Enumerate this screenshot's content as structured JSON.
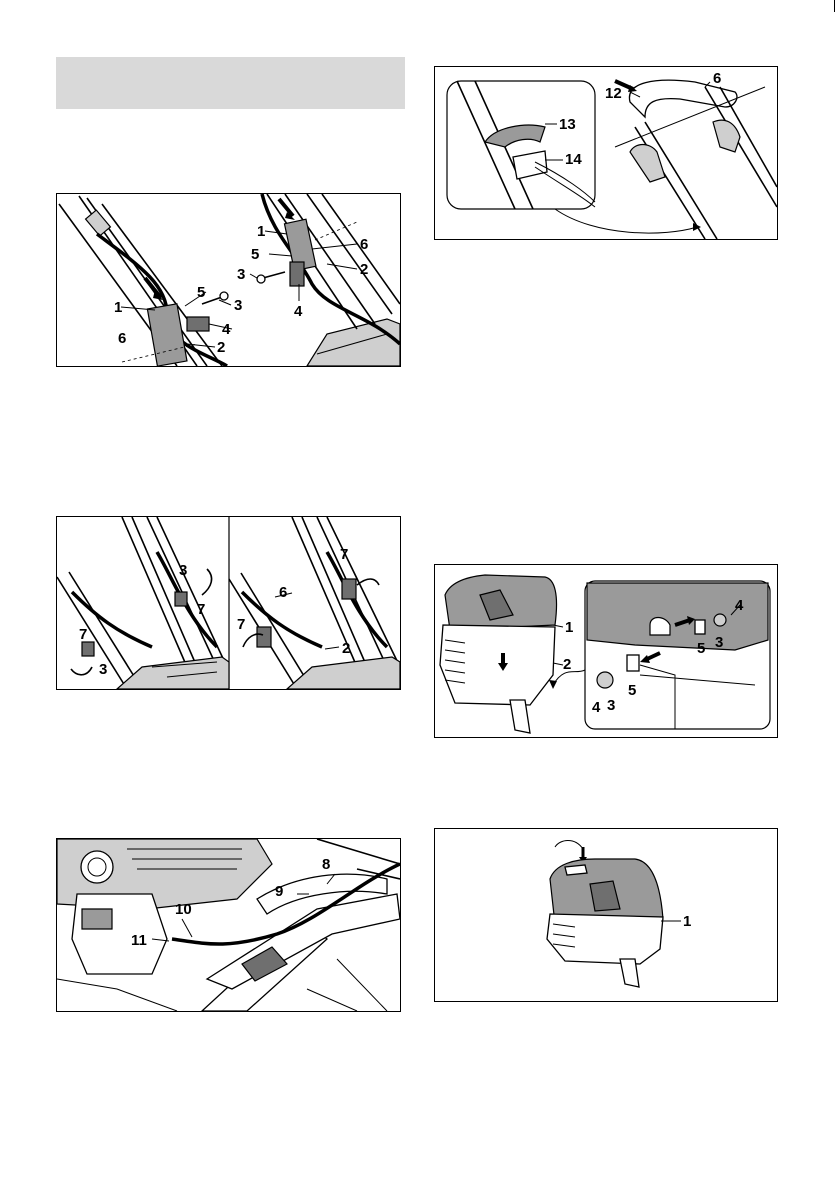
{
  "figures": {
    "handle_clip_mount": {
      "labels": [
        "1",
        "2",
        "3",
        "4",
        "5",
        "6",
        "1",
        "2",
        "3",
        "4",
        "5",
        "6"
      ]
    },
    "handle_wing_nuts": {
      "labels": [
        "3",
        "7",
        "7",
        "3",
        "6",
        "7",
        "7",
        "2"
      ]
    },
    "cable_routing": {
      "labels": [
        "8",
        "9",
        "10",
        "11"
      ]
    },
    "control_bar": {
      "labels": [
        "13",
        "14",
        "12",
        "6"
      ]
    },
    "catcher_hinge": {
      "labels": [
        "1",
        "2",
        "4",
        "3",
        "5",
        "5",
        "3",
        "4"
      ]
    },
    "catcher_attach": {
      "labels": [
        "1"
      ]
    }
  }
}
